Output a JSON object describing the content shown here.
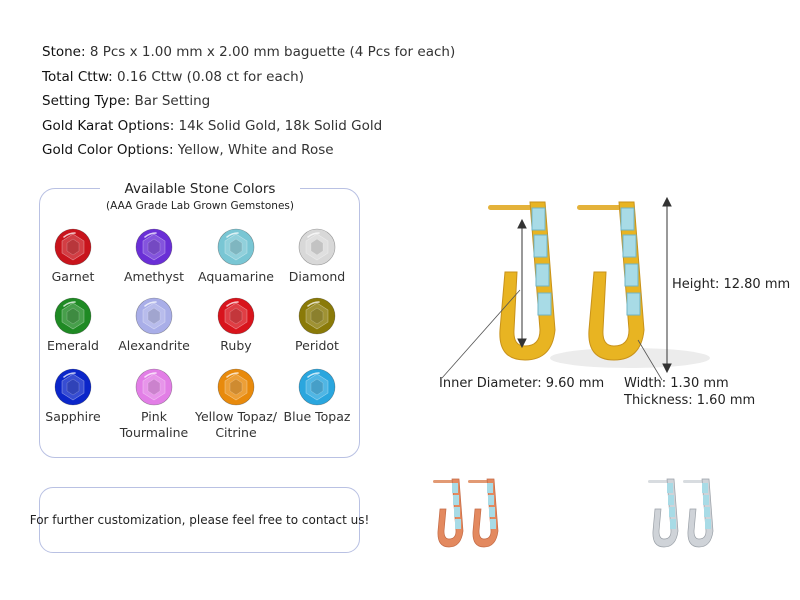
{
  "specs": [
    {
      "label": "Stone:",
      "value": " 8 Pcs x 1.00 mm x 2.00 mm baguette (4 Pcs for each)"
    },
    {
      "label": "Total Cttw:",
      "value": " 0.16 Cttw (0.08 ct for each)"
    },
    {
      "label": "Setting Type:",
      "value": " Bar Setting"
    },
    {
      "label": "Gold Karat Options:",
      "value": " 14k Solid Gold, 18k Solid Gold"
    },
    {
      "label": "Gold Color Options:",
      "value": " Yellow, White and Rose"
    }
  ],
  "stones_panel": {
    "title": "Available Stone Colors",
    "subtitle": "(AAA Grade Lab Grown Gemstones)",
    "gems": [
      {
        "name": "Garnet",
        "color": "#c8141c"
      },
      {
        "name": "Amethyst",
        "color": "#6a2fd6"
      },
      {
        "name": "Aquamarine",
        "color": "#79c6d4"
      },
      {
        "name": "Diamond",
        "color": "#d8d8d8"
      },
      {
        "name": "Emerald",
        "color": "#1f8a24"
      },
      {
        "name": "Alexandrite",
        "color": "#a9aee8"
      },
      {
        "name": "Ruby",
        "color": "#d8141c"
      },
      {
        "name": "Peridot",
        "color": "#8a7a08"
      },
      {
        "name": "Sapphire",
        "color": "#0b26c9"
      },
      {
        "name": "Pink Tourmaline",
        "color": "#e27ee6"
      },
      {
        "name": "Yellow Topaz/ Citrine",
        "color": "#e88a0c"
      },
      {
        "name": "Blue Topaz",
        "color": "#2aa6de"
      }
    ]
  },
  "contact": {
    "text": "For further customization, please feel free to contact us!"
  },
  "dimensions": {
    "height": "Height: 12.80 mm",
    "inner_diameter": "Inner Diameter: 9.60 mm",
    "width": "Width: 1.30 mm",
    "thickness": "Thickness: 1.60 mm"
  },
  "metal_colors": {
    "yellow": "#e8b422",
    "rose": "#e3895f",
    "white": "#cfd3d8",
    "stone": "#a8dbe6"
  }
}
